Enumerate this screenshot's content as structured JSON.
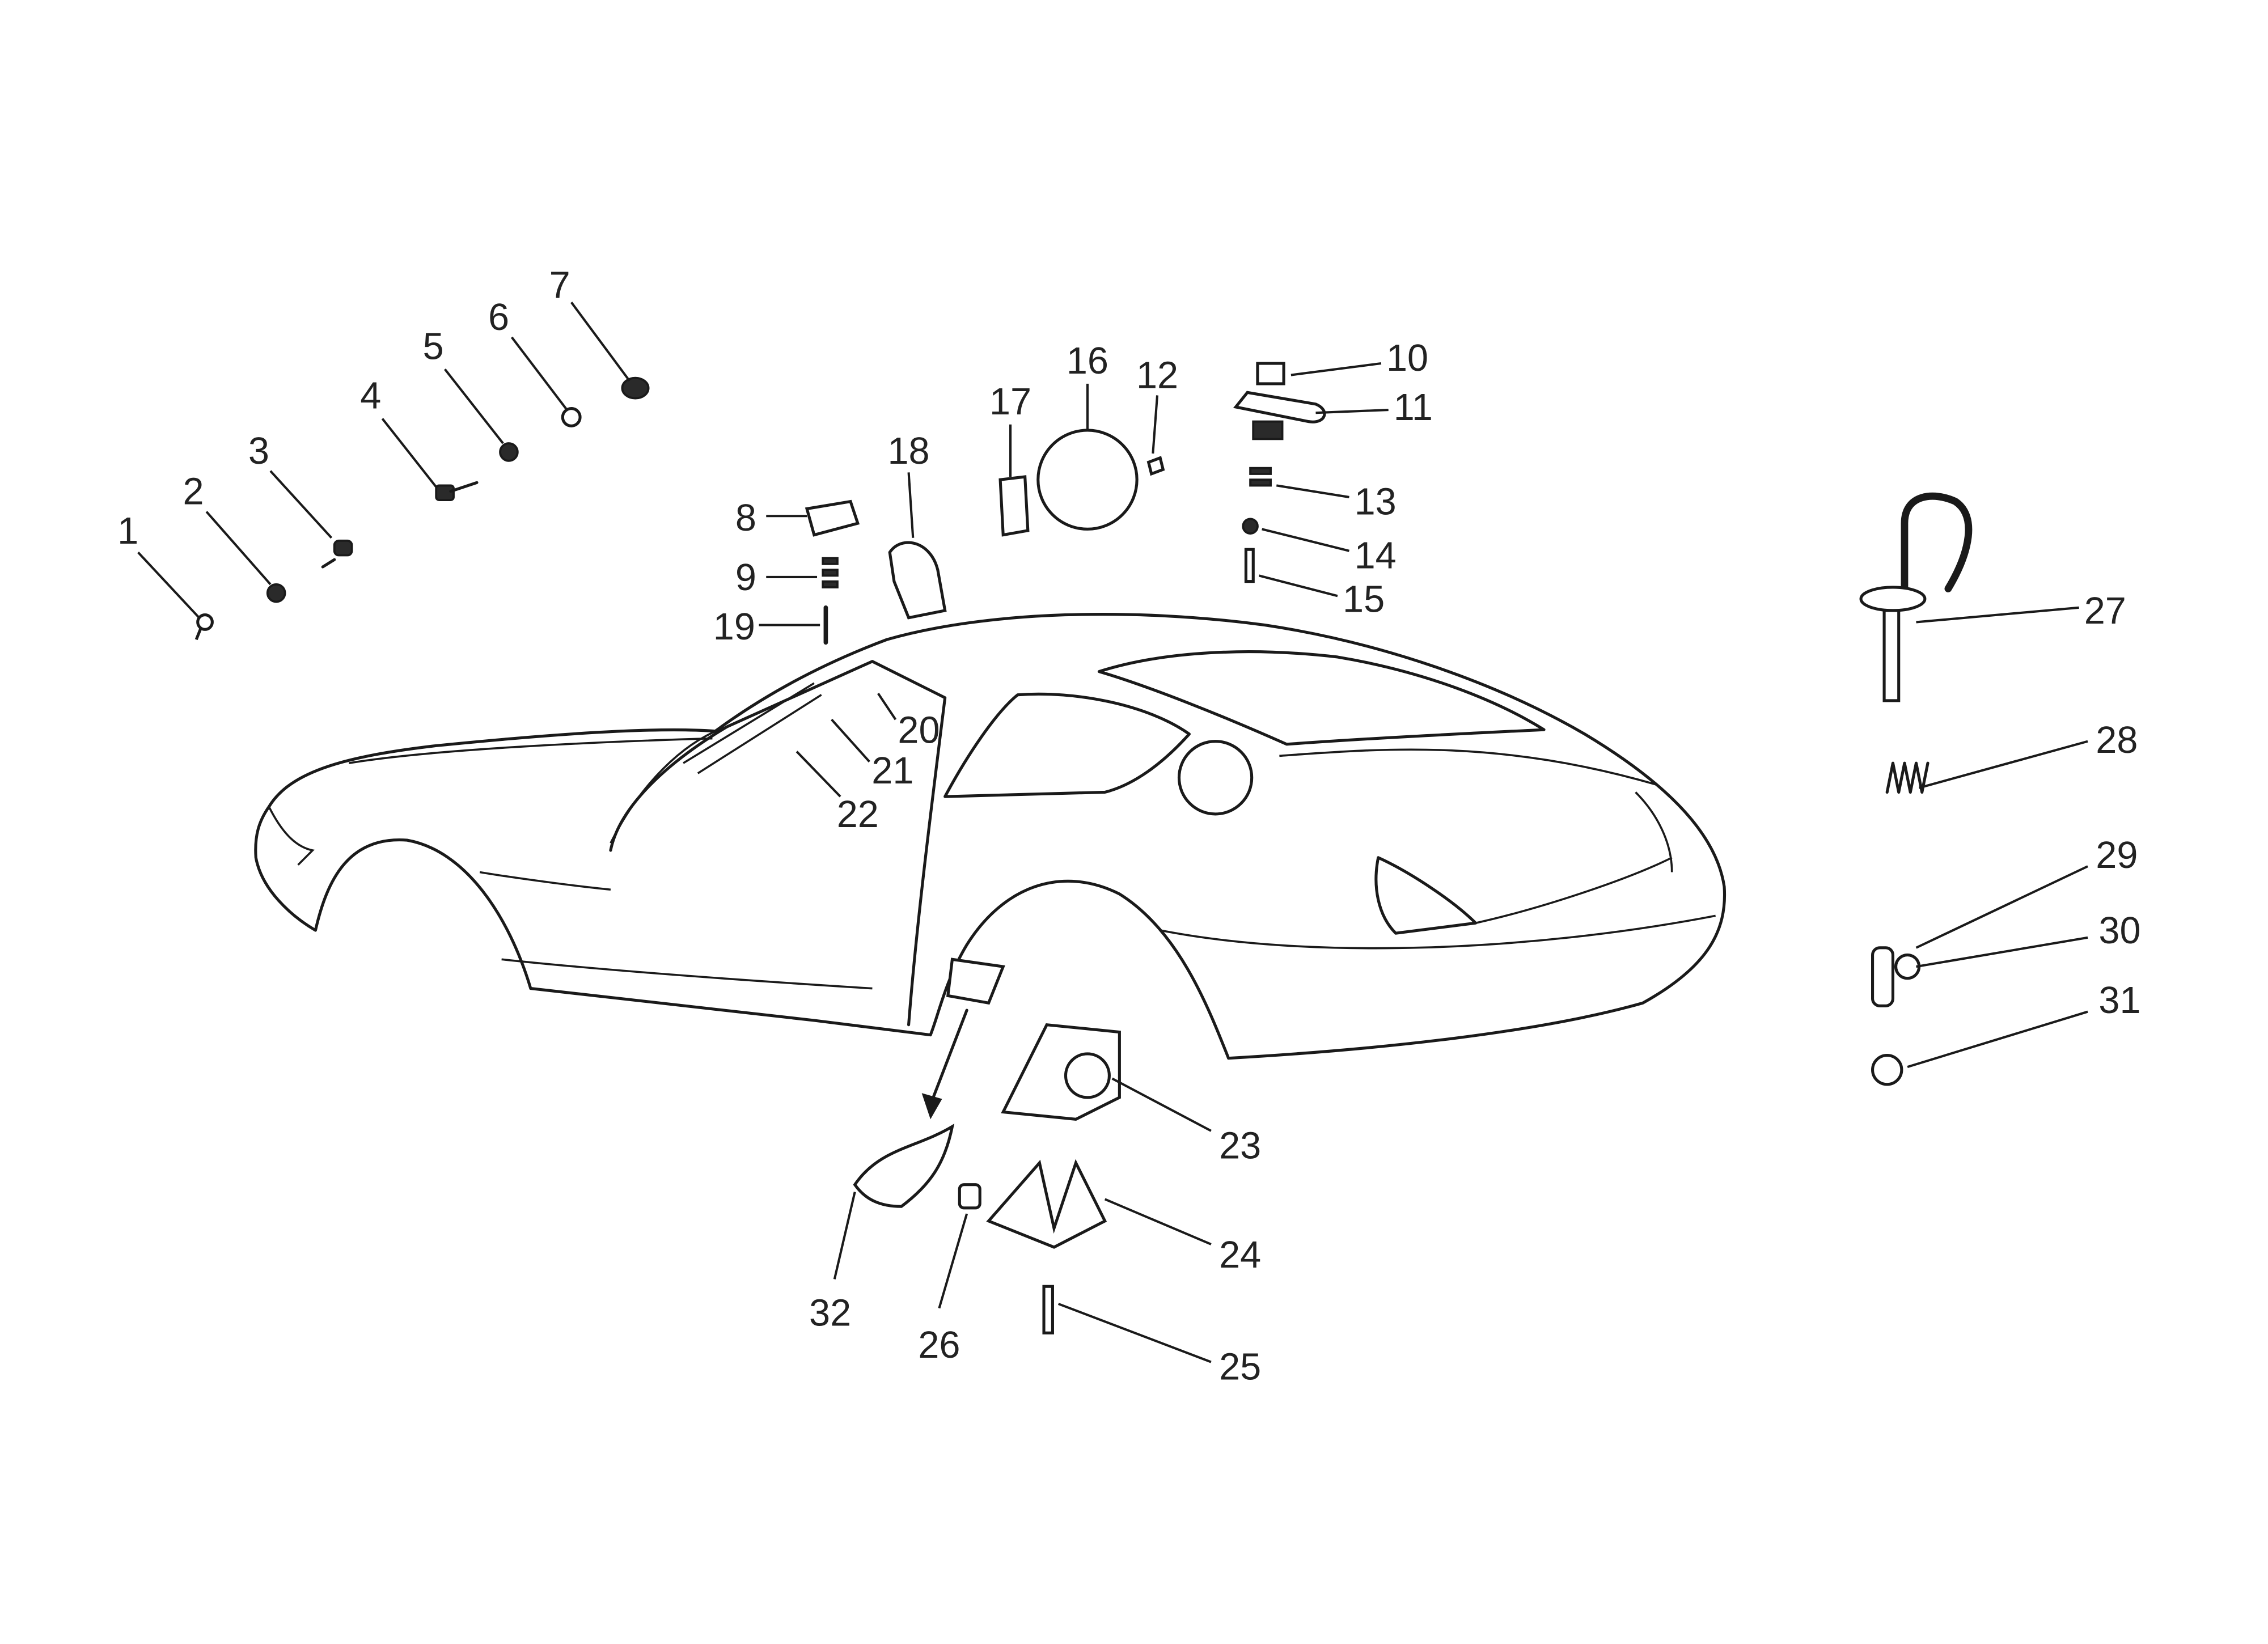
{
  "diagram": {
    "type": "exploded parts diagram",
    "callouts": [
      "1",
      "2",
      "3",
      "4",
      "5",
      "6",
      "7",
      "8",
      "9",
      "10",
      "11",
      "12",
      "13",
      "14",
      "15",
      "16",
      "17",
      "18",
      "19",
      "20",
      "21",
      "22",
      "23",
      "24",
      "25",
      "26",
      "27",
      "28",
      "29",
      "30",
      "31",
      "32"
    ]
  }
}
